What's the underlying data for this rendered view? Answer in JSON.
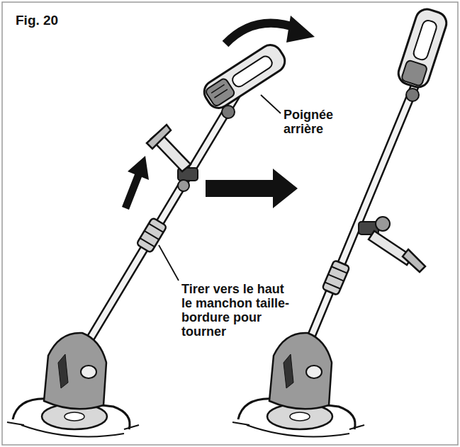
{
  "diagram": {
    "title": "Fig. 20",
    "labels": [
      "Poignée arrière",
      "Tirer vers le haut le manchon taille-bordure pour tourner"
    ]
  }
}
